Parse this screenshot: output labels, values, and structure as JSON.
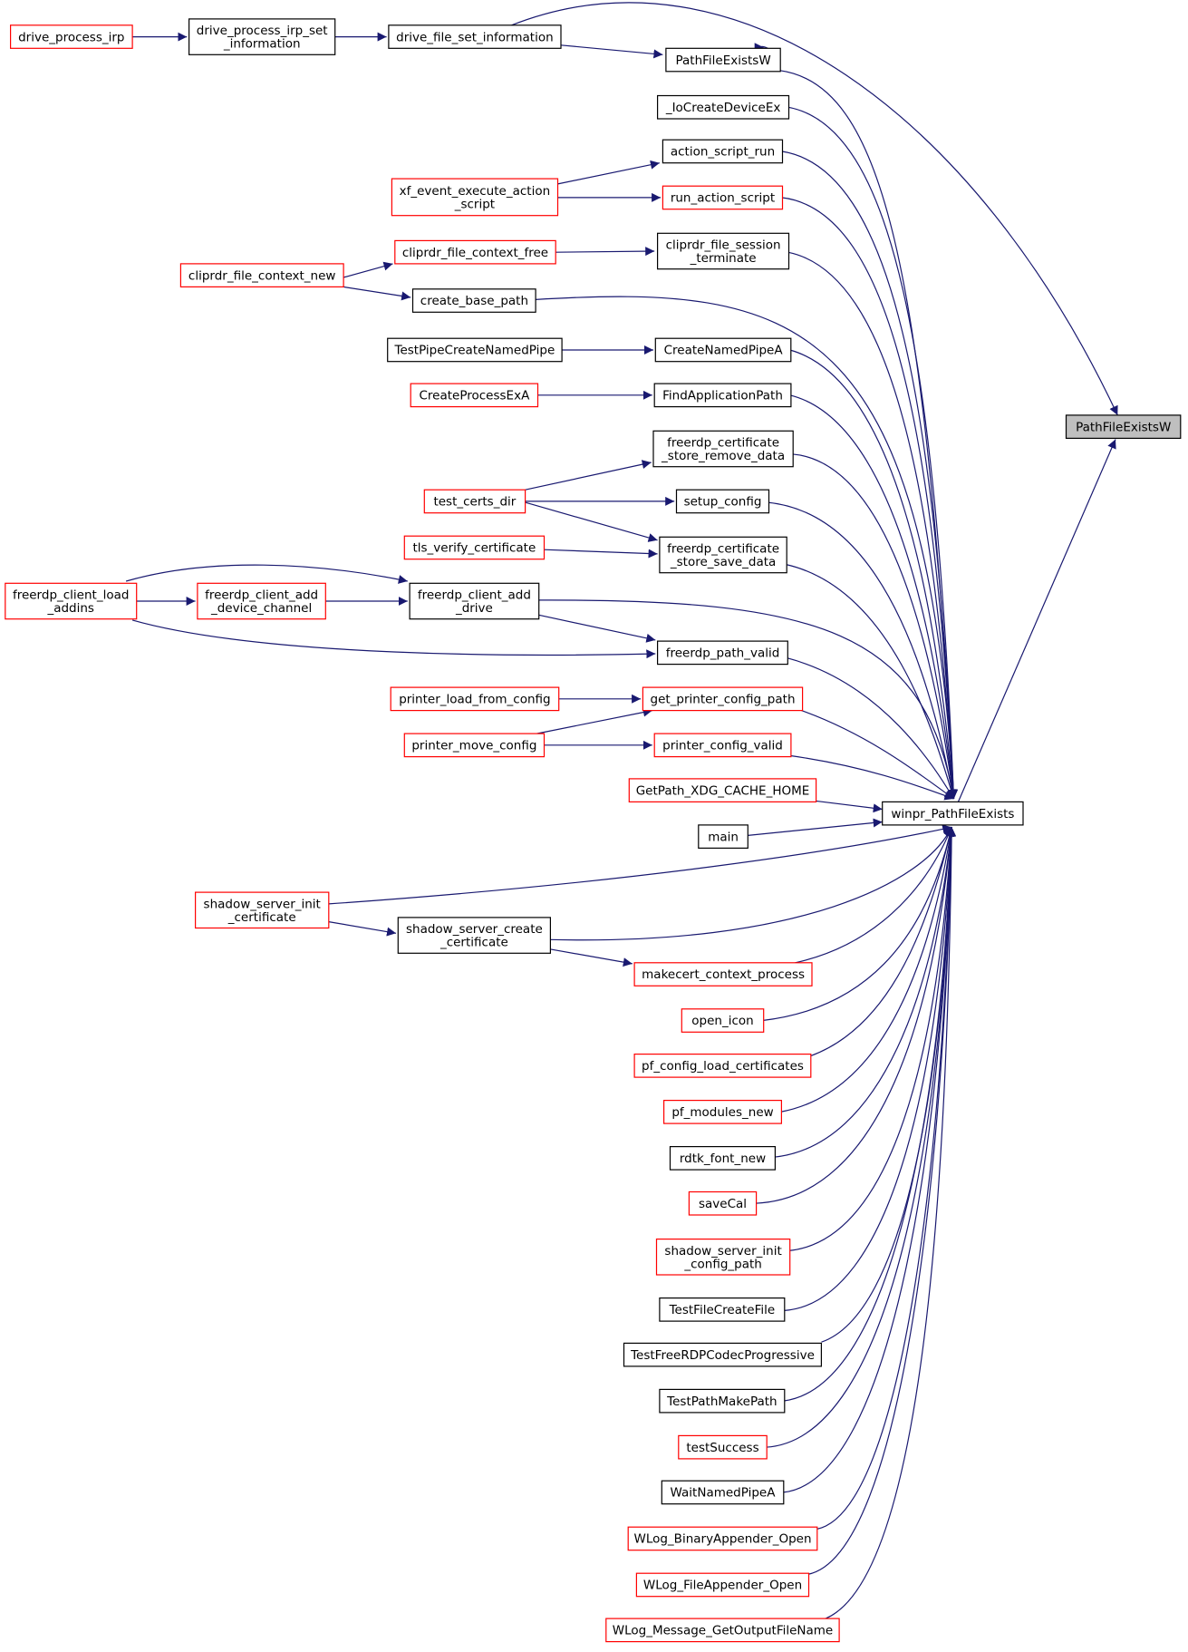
{
  "colors": {
    "edge": "#191970",
    "border_plain": "#000000",
    "border_partial": "#ff0000",
    "highlight_fill": "#bfbfbf"
  },
  "nodes": {
    "pathfileexistsw_target": "PathFileExistsW",
    "winpr_pathfileexists": "winpr_PathFileExists",
    "pathfileexistsw": "PathFileExistsW",
    "iocreatedeviceex": "_IoCreateDeviceEx",
    "action_script_run": "action_script_run",
    "run_action_script": "run_action_script",
    "cliprdr_file_session_terminate": [
      "cliprdr_file_session",
      "_terminate"
    ],
    "create_base_path": "create_base_path",
    "createnamedpipea": "CreateNamedPipeA",
    "findapplicationpath": "FindApplicationPath",
    "freerdp_certificate_store_remove_data": [
      "freerdp_certificate",
      "_store_remove_data"
    ],
    "setup_config": "setup_config",
    "freerdp_certificate_store_save_data": [
      "freerdp_certificate",
      "_store_save_data"
    ],
    "freerdp_client_add_drive": [
      "freerdp_client_add",
      "_drive"
    ],
    "freerdp_path_valid": "freerdp_path_valid",
    "get_printer_config_path": "get_printer_config_path",
    "printer_config_valid": "printer_config_valid",
    "getpath_xdg_cache_home": "GetPath_XDG_CACHE_HOME",
    "main": "main",
    "shadow_server_init_certificate": [
      "shadow_server_init",
      "_certificate"
    ],
    "shadow_server_create_certificate": [
      "shadow_server_create",
      "_certificate"
    ],
    "makecert_context_process": "makecert_context_process",
    "open_icon": "open_icon",
    "pf_config_load_certificates": "pf_config_load_certificates",
    "pf_modules_new": "pf_modules_new",
    "rdtk_font_new": "rdtk_font_new",
    "savecal": "saveCal",
    "shadow_server_init_config_path": [
      "shadow_server_init",
      "_config_path"
    ],
    "testfilecreatefile": "TestFileCreateFile",
    "testfreerdpcodecprogressive": "TestFreeRDPCodecProgressive",
    "testpathmakepath": "TestPathMakePath",
    "testsuccess": "testSuccess",
    "waitnamedpipea": "WaitNamedPipeA",
    "wlog_binaryappender_open": "WLog_BinaryAppender_Open",
    "wlog_fileappender_open": "WLog_FileAppender_Open",
    "wlog_message_getoutputfilename": "WLog_Message_GetOutputFileName",
    "drive_file_set_information": "drive_file_set_information",
    "drive_process_irp_set_information": [
      "drive_process_irp_set",
      "_information"
    ],
    "drive_process_irp": "drive_process_irp",
    "xf_event_execute_action_script": [
      "xf_event_execute_action",
      "_script"
    ],
    "cliprdr_file_context_free": "cliprdr_file_context_free",
    "cliprdr_file_context_new": "cliprdr_file_context_new",
    "testpipecreatenamedpipe": "TestPipeCreateNamedPipe",
    "createprocessexa": "CreateProcessExA",
    "test_certs_dir": "test_certs_dir",
    "tls_verify_certificate": "tls_verify_certificate",
    "freerdp_client_add_device_channel": [
      "freerdp_client_add",
      "_device_channel"
    ],
    "freerdp_client_load_addins": [
      "freerdp_client_load",
      "_addins"
    ],
    "printer_load_from_config": "printer_load_from_config",
    "printer_move_config": "printer_move_config"
  }
}
